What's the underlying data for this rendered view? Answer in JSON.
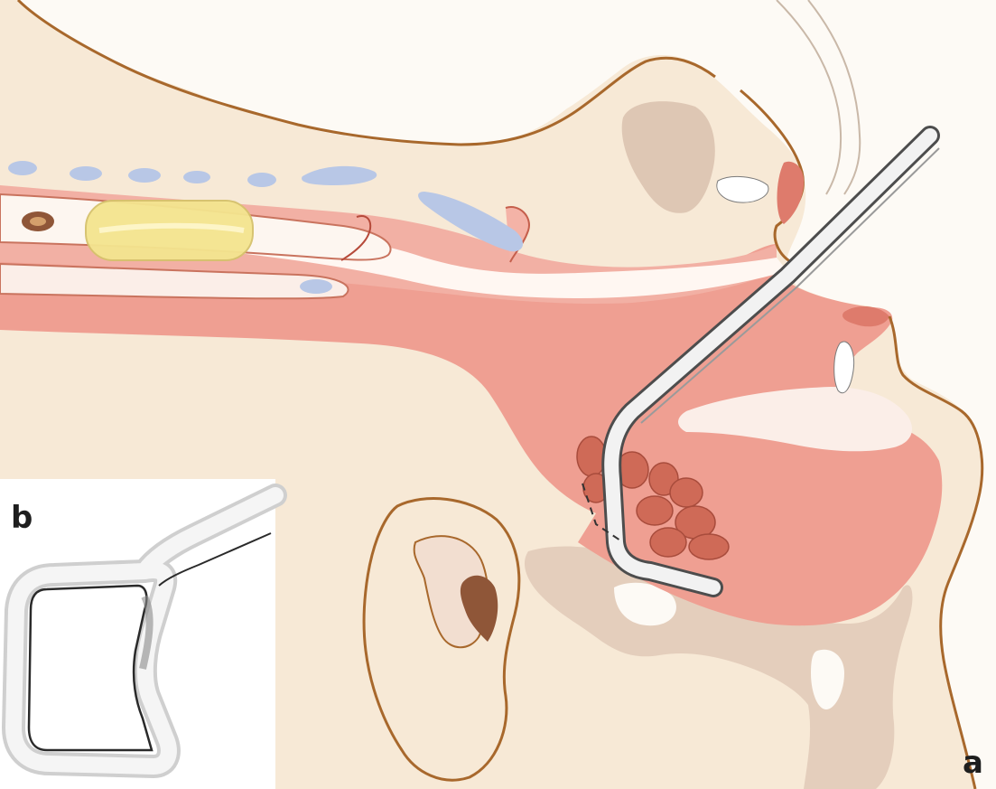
{
  "panels": {
    "a": {
      "label": "a"
    },
    "b": {
      "label": "b"
    }
  },
  "colors": {
    "background": "#fdfaf5",
    "skin": "#f7e9d6",
    "outline": "#a8682c",
    "mucosa": "#ef9f92",
    "mucosa_dark": "#de7b6c",
    "bone_shadow": "#d6bba8",
    "cartilage": "#b8c7e6",
    "cuff": "#f4e58f",
    "instrument": "#f2f2f2",
    "instrument_edge": "#4d4d4d",
    "tonsil": "#cf6a57",
    "inset_background": "#ffffff"
  },
  "icons": [
    "intubation-tube",
    "retractor-instrument",
    "ear",
    "tonsil-tissue"
  ]
}
